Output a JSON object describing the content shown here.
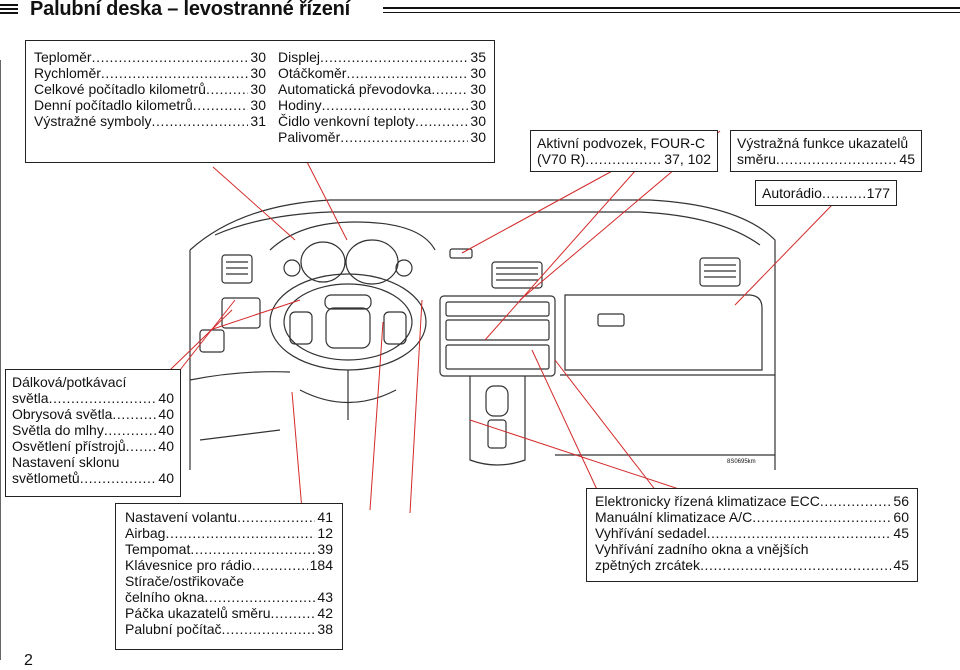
{
  "header": {
    "title": "Palubní deska – levostranné řízení"
  },
  "page_number": "2",
  "image_code": "8S0695km",
  "box_gauges": {
    "left": [
      {
        "label": "Teploměr",
        "page": "30"
      },
      {
        "label": "Rychloměr",
        "page": "30"
      },
      {
        "label": "Celkové počítadlo kilometrů",
        "page": "30"
      },
      {
        "label": "Denní počítadlo kilometrů",
        "page": "30"
      },
      {
        "label": "Výstražné symboly",
        "page": "31"
      }
    ],
    "right": [
      {
        "label": "Displej",
        "page": "35"
      },
      {
        "label": "Otáčkoměr",
        "page": "30"
      },
      {
        "label": "Automatická převodovka",
        "page": "30"
      },
      {
        "label": "Hodiny",
        "page": "30"
      },
      {
        "label": "Čidlo venkovní teploty",
        "page": "30"
      },
      {
        "label": "Palivoměr",
        "page": "30"
      }
    ]
  },
  "box_chassis": {
    "line1": "Aktivní podvozek, FOUR-C",
    "line2": "(V70 R)",
    "page": "37, 102"
  },
  "box_hazard": {
    "line1": "Výstražná funkce ukazatelů",
    "line2": "směru",
    "page": "45"
  },
  "box_radio": {
    "label": "Autorádio",
    "page": "177"
  },
  "box_lights": {
    "items": [
      {
        "label": "Dálková/potkávací",
        "page": ""
      },
      {
        "label": "světla",
        "page": "40"
      },
      {
        "label": "Obrysová světla",
        "page": "40"
      },
      {
        "label": "Světla do mlhy",
        "page": "40"
      },
      {
        "label": "Osvětlení přístrojů",
        "page": "40"
      },
      {
        "label": "Nastavení sklonu",
        "page": ""
      },
      {
        "label": "světlometů",
        "page": "40"
      }
    ]
  },
  "box_steering": {
    "items": [
      {
        "label": "Nastavení volantu",
        "page": "41"
      },
      {
        "label": "Airbag",
        "page": "12"
      },
      {
        "label": "Tempomat",
        "page": "39"
      },
      {
        "label": "Klávesnice pro rádio",
        "page": "184"
      },
      {
        "label": "Stírače/ostřikovače",
        "page": ""
      },
      {
        "label": "čelního okna",
        "page": "43"
      },
      {
        "label": "Páčka ukazatelů směru",
        "page": "42"
      },
      {
        "label": "Palubní počítač",
        "page": "38"
      }
    ]
  },
  "box_climate": {
    "items": [
      {
        "label": "Elektronicky řízená klimatizace ECC",
        "page": "56"
      },
      {
        "label": "Manuální klimatizace A/C",
        "page": "60"
      },
      {
        "label": "Vyhřívání sedadel",
        "page": "45"
      },
      {
        "label": "Vyhřívání zadního okna a vnějších",
        "page": ""
      },
      {
        "label": "zpětných zrcátek",
        "page": "45"
      }
    ]
  },
  "colors": {
    "leader_line": "#d42a2a",
    "text": "#111111",
    "illustration": "#333333"
  }
}
